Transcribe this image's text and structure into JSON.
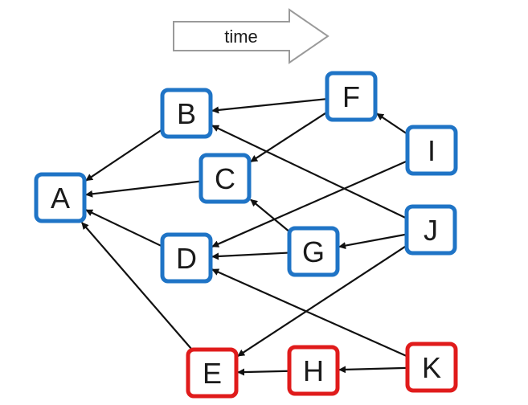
{
  "time_arrow": {
    "label": "time"
  },
  "colors": {
    "blue": "#1f74c6",
    "red": "#e01b1b",
    "edge": "#111111",
    "arrow_fill": "#ffffff",
    "arrow_stroke": "#9a9a9a"
  },
  "nodes": [
    {
      "id": "A",
      "label": "A",
      "color": "blue"
    },
    {
      "id": "B",
      "label": "B",
      "color": "blue"
    },
    {
      "id": "C",
      "label": "C",
      "color": "blue"
    },
    {
      "id": "D",
      "label": "D",
      "color": "blue"
    },
    {
      "id": "E",
      "label": "E",
      "color": "red"
    },
    {
      "id": "F",
      "label": "F",
      "color": "blue"
    },
    {
      "id": "G",
      "label": "G",
      "color": "blue"
    },
    {
      "id": "H",
      "label": "H",
      "color": "red"
    },
    {
      "id": "I",
      "label": "I",
      "color": "blue"
    },
    {
      "id": "J",
      "label": "J",
      "color": "blue"
    },
    {
      "id": "K",
      "label": "K",
      "color": "red"
    }
  ],
  "edges": [
    {
      "from": "B",
      "to": "A"
    },
    {
      "from": "C",
      "to": "A"
    },
    {
      "from": "D",
      "to": "A"
    },
    {
      "from": "E",
      "to": "A"
    },
    {
      "from": "F",
      "to": "B"
    },
    {
      "from": "F",
      "to": "C"
    },
    {
      "from": "I",
      "to": "F"
    },
    {
      "from": "I",
      "to": "D"
    },
    {
      "from": "J",
      "to": "B"
    },
    {
      "from": "J",
      "to": "G"
    },
    {
      "from": "J",
      "to": "E"
    },
    {
      "from": "G",
      "to": "C"
    },
    {
      "from": "G",
      "to": "D"
    },
    {
      "from": "H",
      "to": "E"
    },
    {
      "from": "K",
      "to": "H"
    },
    {
      "from": "K",
      "to": "D"
    }
  ]
}
